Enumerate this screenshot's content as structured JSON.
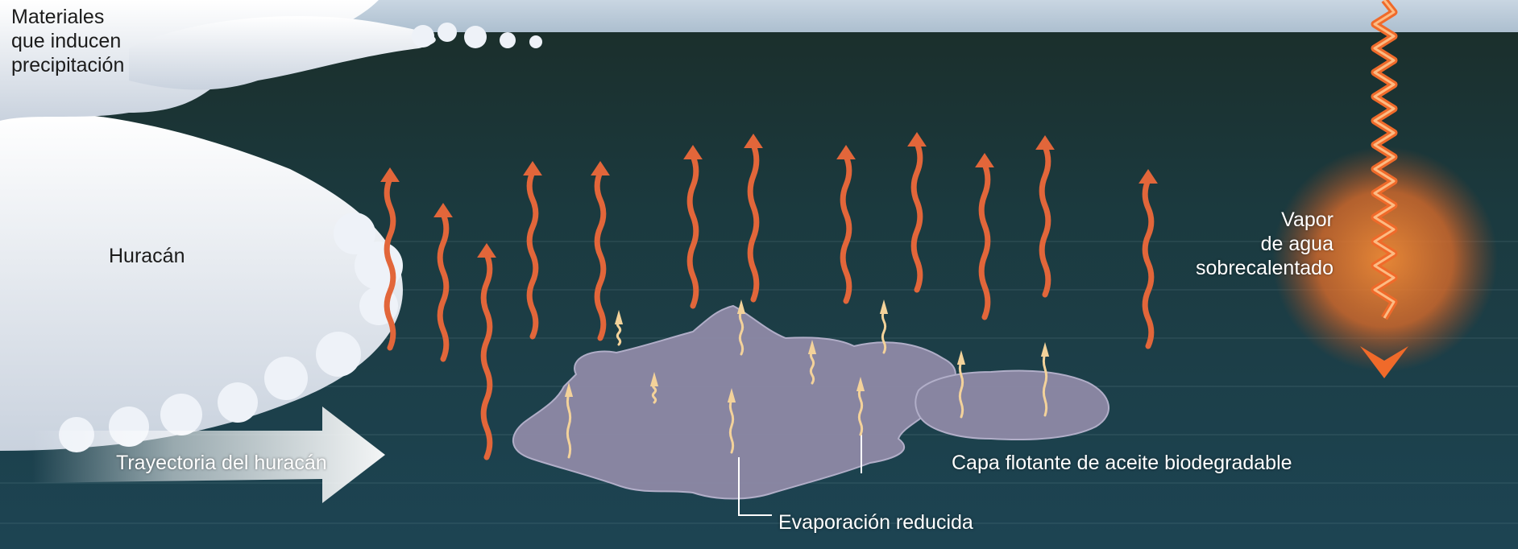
{
  "labels": {
    "materials": "Materiales\nque inducen\nprecipitación",
    "hurricane": "Huracán",
    "trajectory": "Trayectoria del huracán",
    "vapor": "Vapor\nde agua\nsobrecalentado",
    "oil_layer": "Capa flotante de aceite biodegradable",
    "reduced_evaporation": "Evaporación reducida"
  },
  "colors": {
    "ocean": "#16303a",
    "sky": "#b7c8d8",
    "cloud": "#eef2f8",
    "oil_slick": "#8f8aa6",
    "heat_arrow": "#e2663a",
    "reduced_arrow": "#f3d29a",
    "vapor": "#e8742a"
  }
}
